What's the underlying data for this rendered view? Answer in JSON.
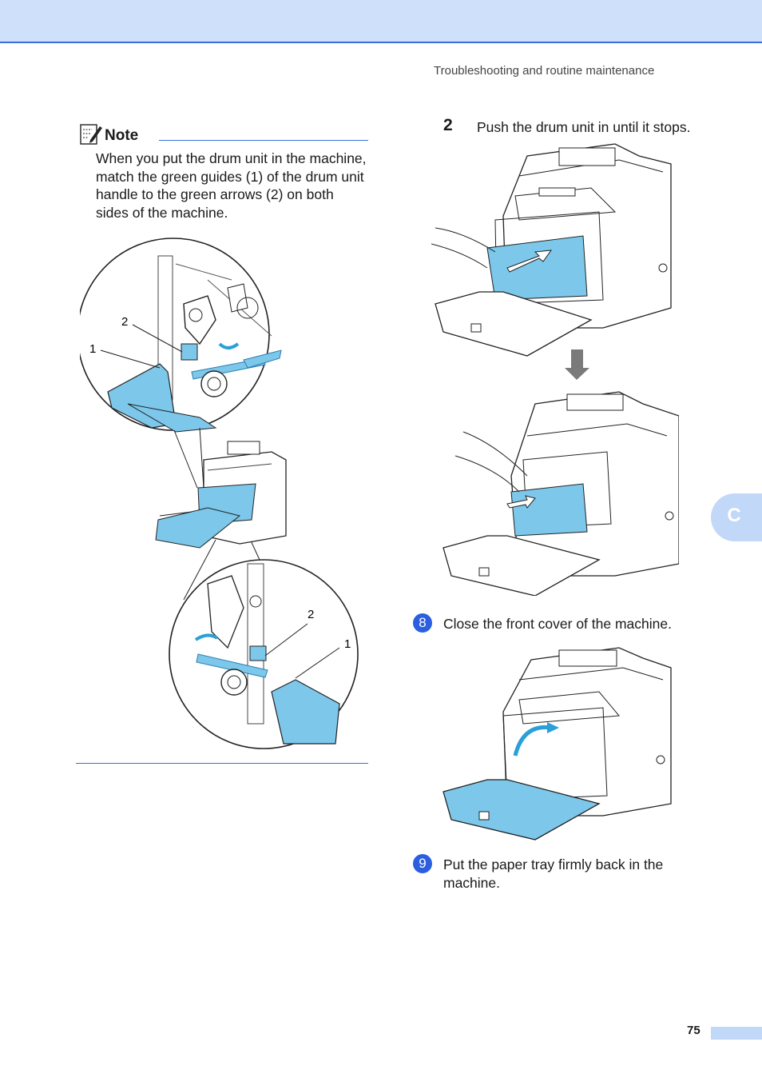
{
  "header": {
    "running_title": "Troubleshooting and routine maintenance"
  },
  "note": {
    "label": "Note",
    "icon": "note-pencil-icon",
    "text": "When you put the drum unit in the machine, match the green guides (1) of the drum unit handle to the green arrows (2) on both sides of the machine.",
    "callouts": {
      "top_guide": "1",
      "top_arrow": "2",
      "bottom_arrow": "2",
      "bottom_guide": "1"
    }
  },
  "steps": [
    {
      "number": "2",
      "text": "Push the drum unit in until it stops."
    },
    {
      "number": "8",
      "text": "Close the front cover of the machine."
    },
    {
      "number": "9",
      "text": "Put the paper tray firmly back in the machine."
    }
  ],
  "side_tab": {
    "letter": "C"
  },
  "footer": {
    "page_number": "75"
  },
  "colors": {
    "header_band": "#cfe0fb",
    "accent_blue": "#3b6fd8",
    "step_badge": "#2b5fe0",
    "part_highlight": "#7cc7ea",
    "side_tab": "#c2d8f8"
  }
}
